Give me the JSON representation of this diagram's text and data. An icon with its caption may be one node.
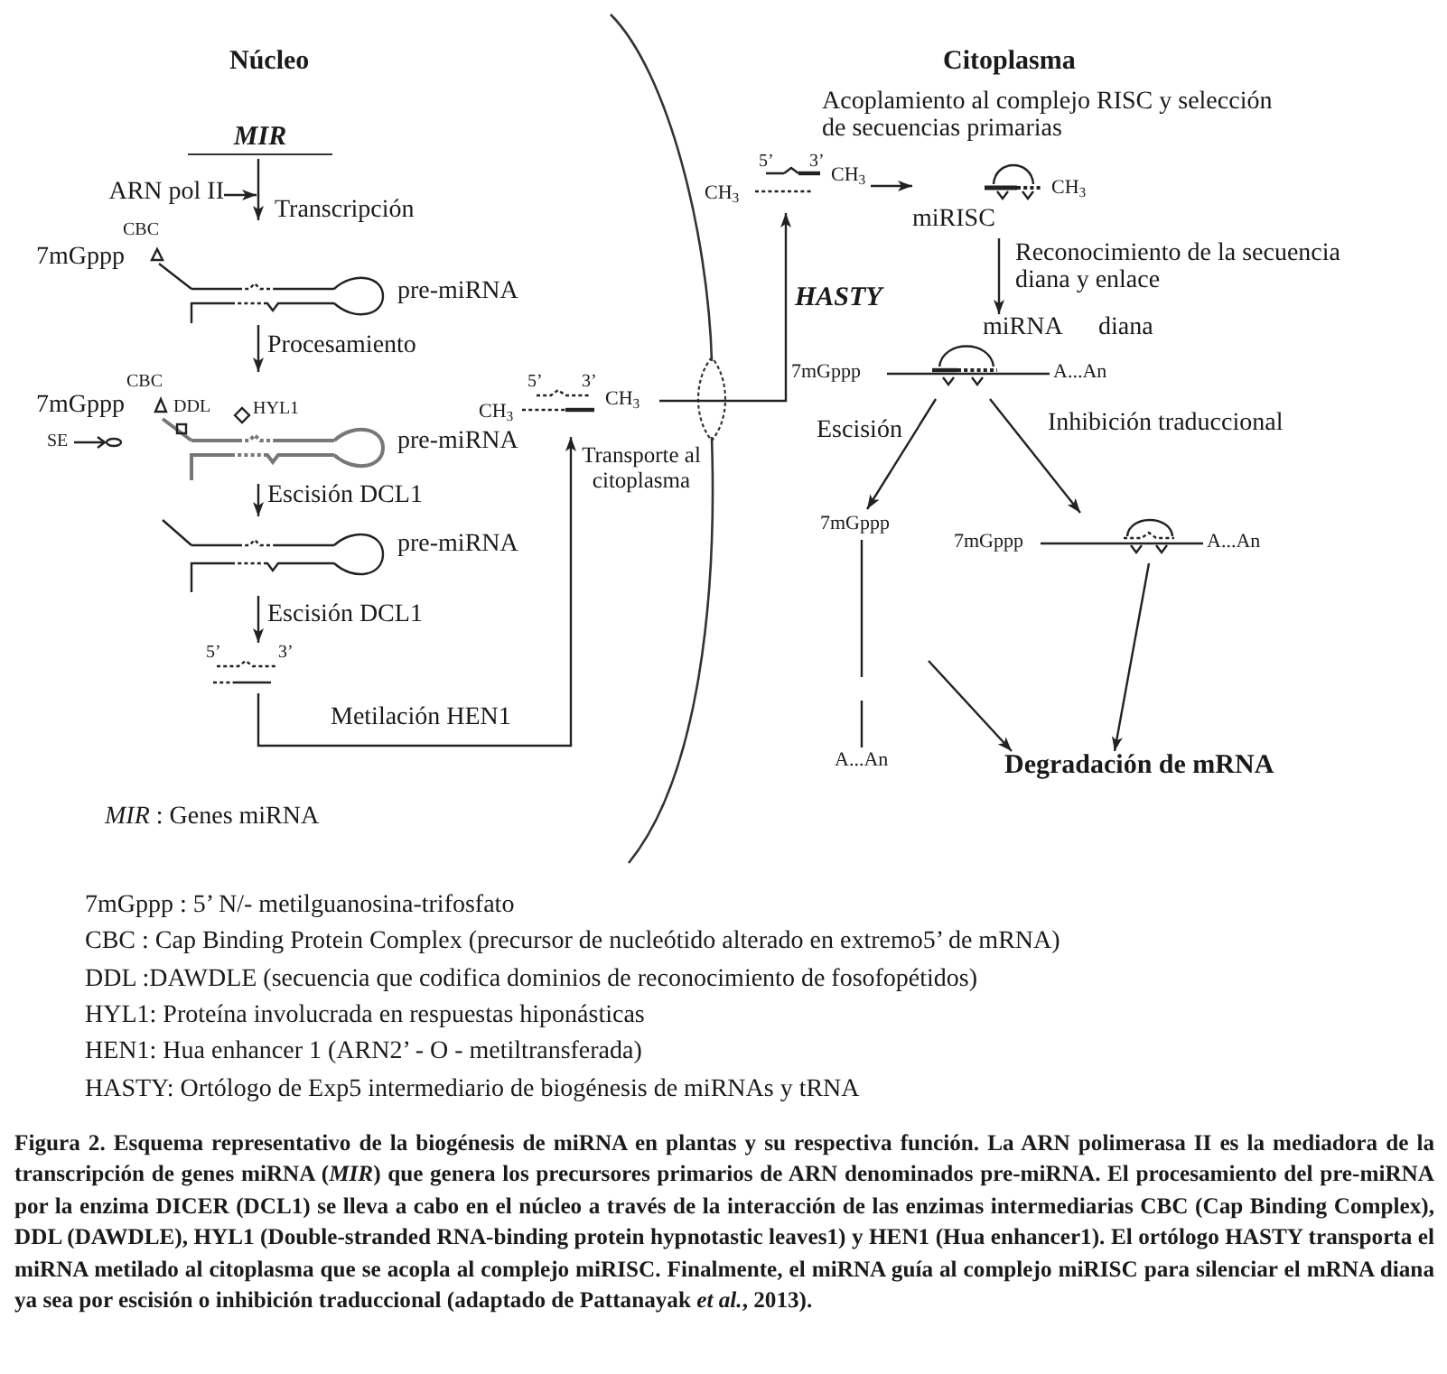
{
  "diagram": {
    "caption": "Figura 2. Esquema representativo de la biogénesis de miRNA en plantas y su respectiva función. La ARN polimerasa II es la mediadora de la transcripción de genes miRNA (*MIR*) que genera los precursores primarios de ARN denominados pre-miRNA. El procesamiento del pre-miRNA por la enzima DICER (DCL1) se lleva a cabo en el núcleo a través de la interacción de las enzimas intermediarias CBC (Cap Binding Complex), DDL (DAWDLE), HYL1 (Double-stranded RNA-binding protein hypnotastic leaves1) y HEN1 (Hua enhancer1). El ortólogo HASTY transporta el miRNA metilado al citoplasma que se acopla al complejo miRISC. Finalmente, el miRNA guía al complejo miRISC para silenciar el mRNA diana ya sea por escisión o inhibición traduccional (adaptado de Pattanayak *et al.*, 2013).",
    "nodes": [
      {
        "text": [
          "MIR"
        ]
      },
      {
        "text": [
          "ARN pol II"
        ]
      },
      {
        "text": [
          "CBC",
          "7mGppp",
          "pre-miRNA"
        ]
      },
      {
        "text": [
          "CBC",
          "7mGppp",
          "DDL",
          "HYL1",
          "SE",
          "pre-miRNA"
        ]
      },
      {
        "text": [
          "pre-miRNA"
        ]
      },
      {
        "text": [
          "5’",
          "3’"
        ]
      },
      {
        "text": [
          "5’",
          "3’",
          "CH$_{3}$",
          "CH$_{3}$"
        ]
      },
      {
        "text": [
          "5’",
          "3’",
          "CH$_{3}$",
          "CH$_{3}$"
        ]
      },
      {
        "text": [
          "CH$_{3}$",
          "miRISC"
        ]
      },
      {
        "text": [
          "miRNA",
          "diana",
          "7mGppp",
          "A...An"
        ]
      },
      {
        "text": [
          "7mGppp",
          "A...An"
        ]
      },
      {
        "text": [
          "7mGppp",
          "A...An"
        ]
      },
      {
        "text": [
          "Degradación de  mRNA"
        ]
      }
    ],
    "edges": [
      {
        "from": 0,
        "to": 2,
        "arrow": "to",
        "label": "Transcripción"
      },
      {
        "from": 1,
        "to": null,
        "arrow": "to"
      },
      {
        "from": 2,
        "to": 3,
        "arrow": "to",
        "label": "Procesamiento"
      },
      {
        "from": 3,
        "to": 4,
        "arrow": "to",
        "label": "Escisión DCL1"
      },
      {
        "from": 4,
        "to": 5,
        "arrow": "to",
        "label": "Escisión DCL1"
      },
      {
        "from": 5,
        "to": 6,
        "arrow": "to",
        "label": "Metilación HEN1"
      },
      {
        "from": 6,
        "to": 7,
        "arrow": "to",
        "label": "HASTY"
      },
      {
        "from": 7,
        "to": 8,
        "arrow": "to",
        "label": "Acoplamiento al complejo RISC y selección de secuencias primarias"
      },
      {
        "from": 8,
        "to": 9,
        "arrow": "to",
        "label": "Reconocimiento de la secuencia diana y enlace"
      },
      {
        "from": 9,
        "to": 10,
        "arrow": "to",
        "label": "Escisión"
      },
      {
        "from": 9,
        "to": 11,
        "arrow": "to",
        "label": "Inhibición traduccional"
      },
      {
        "from": 10,
        "to": 12,
        "arrow": "to"
      },
      {
        "from": 11,
        "to": 12,
        "arrow": "to"
      }
    ],
    "labels": [
      "Núcleo",
      "Citoplasma",
      "Transporte al citoplasma",
      "*MIR* : Genes miRNA",
      "7mGppp : 5’ N/- metilguanosina-trifosfato",
      "CBC : Cap Binding Protein Complex (precursor de nucleótido alterado en extremo5’ de mRNA)",
      "DDL :DAWDLE (secuencia que codifica dominios de reconocimiento de fosofopétidos)",
      "HYL1: Proteína involucrada en respuestas hiponásticas",
      "HEN1: Hua enhancer 1 (ARN2’ - O - metiltransferada)",
      "HASTY: Ortólogo de Exp5 intermediario de biogénesis de miRNAs y tRNA"
    ]
  }
}
